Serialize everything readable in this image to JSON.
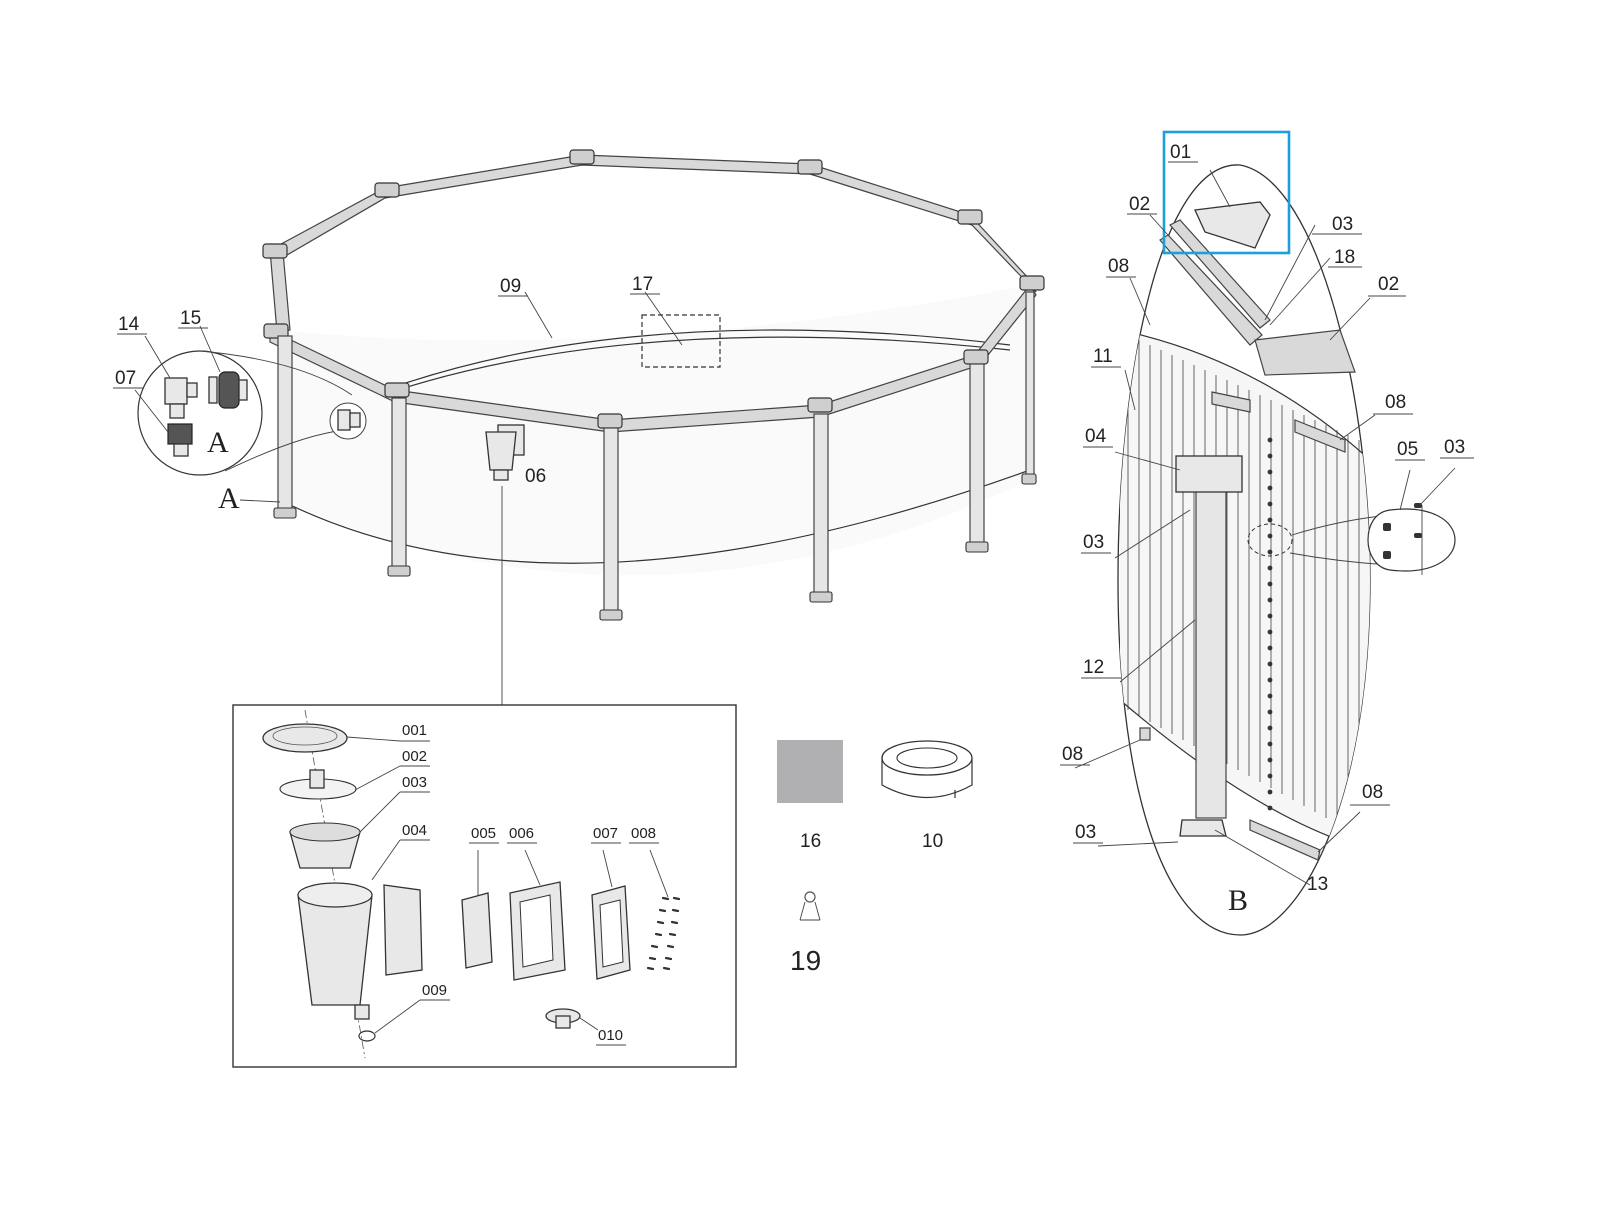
{
  "labels": {
    "main_pool": {
      "l09": "09",
      "l17": "17",
      "l06": "06"
    },
    "detail_a": {
      "l14": "14",
      "l15": "15",
      "l07": "07",
      "a_inside": "A",
      "a_outside": "A"
    },
    "skimmer": {
      "l001": "001",
      "l002": "002",
      "l003": "003",
      "l004": "004",
      "l005": "005",
      "l006": "006",
      "l007": "007",
      "l008": "008",
      "l009": "009",
      "l010": "010"
    },
    "loose_parts": {
      "l16": "16",
      "l10": "10",
      "l19": "19"
    },
    "detail_b": {
      "l01": "01",
      "l02a": "02",
      "l03a": "03",
      "l18": "18",
      "l02b": "02",
      "l08a": "08",
      "l11": "11",
      "l08b": "08",
      "l04": "04",
      "l05": "05",
      "l03b": "03",
      "l03c": "03",
      "l12": "12",
      "l08c": "08",
      "l08d": "08",
      "l03d": "03",
      "l13": "13",
      "b_letter": "B"
    }
  },
  "colors": {
    "highlight": "#1ca0dc",
    "swatch_16": "#b0b0b2",
    "line": "#333333"
  }
}
